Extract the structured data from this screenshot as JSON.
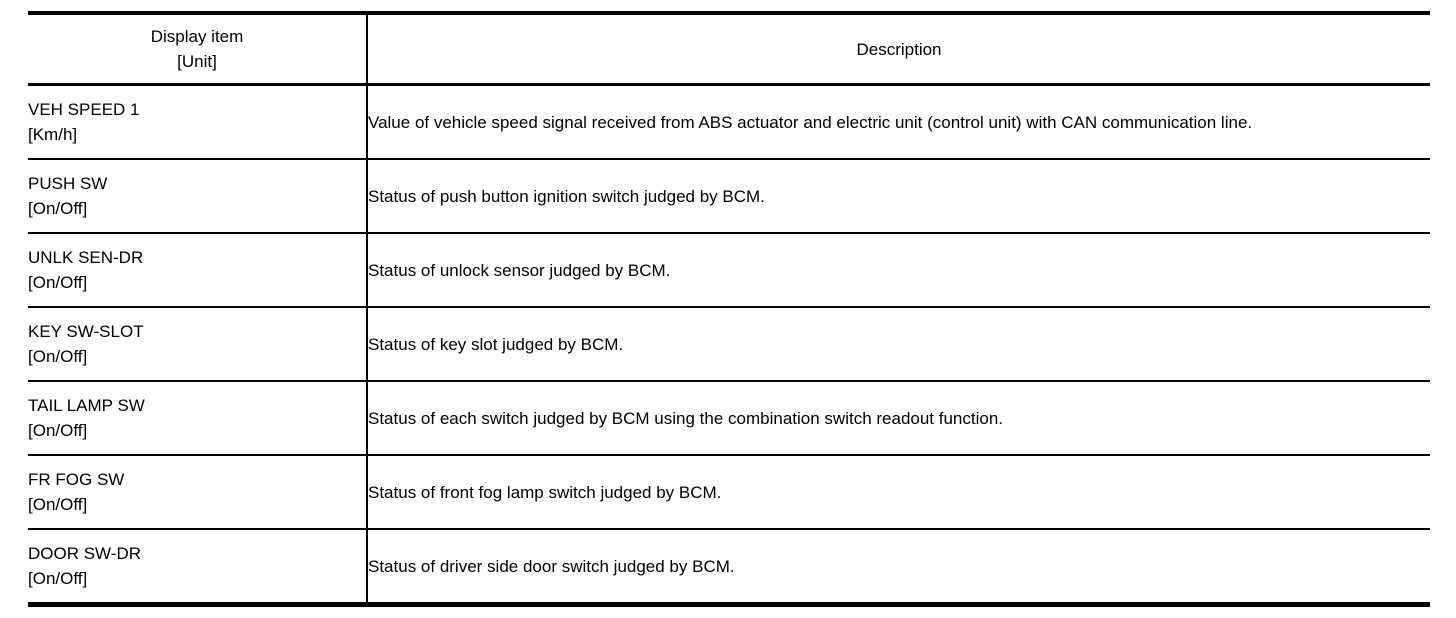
{
  "header": {
    "col_item_line1": "Display item",
    "col_item_line2": "[Unit]",
    "col_description": "Description"
  },
  "rows": [
    {
      "item": "VEH SPEED 1",
      "unit": "[Km/h]",
      "description": "Value of vehicle speed signal received from ABS actuator and electric unit (control unit) with CAN communication line."
    },
    {
      "item": "PUSH SW",
      "unit": "[On/Off]",
      "description": "Status of push button ignition switch judged by BCM."
    },
    {
      "item": "UNLK SEN-DR",
      "unit": "[On/Off]",
      "description": "Status of unlock sensor judged by BCM."
    },
    {
      "item": "KEY SW-SLOT",
      "unit": "[On/Off]",
      "description": "Status of key slot judged by BCM."
    },
    {
      "item": "TAIL LAMP SW",
      "unit": "[On/Off]",
      "description": "Status of each switch judged by BCM using the combination switch readout function."
    },
    {
      "item": "FR FOG SW",
      "unit": "[On/Off]",
      "description": "Status of front fog lamp switch judged by BCM."
    },
    {
      "item": "DOOR SW-DR",
      "unit": "[On/Off]",
      "description": "Status of driver side door switch judged by BCM."
    }
  ],
  "colors": {
    "border": "#000000",
    "text": "#000000",
    "background": "#ffffff"
  }
}
